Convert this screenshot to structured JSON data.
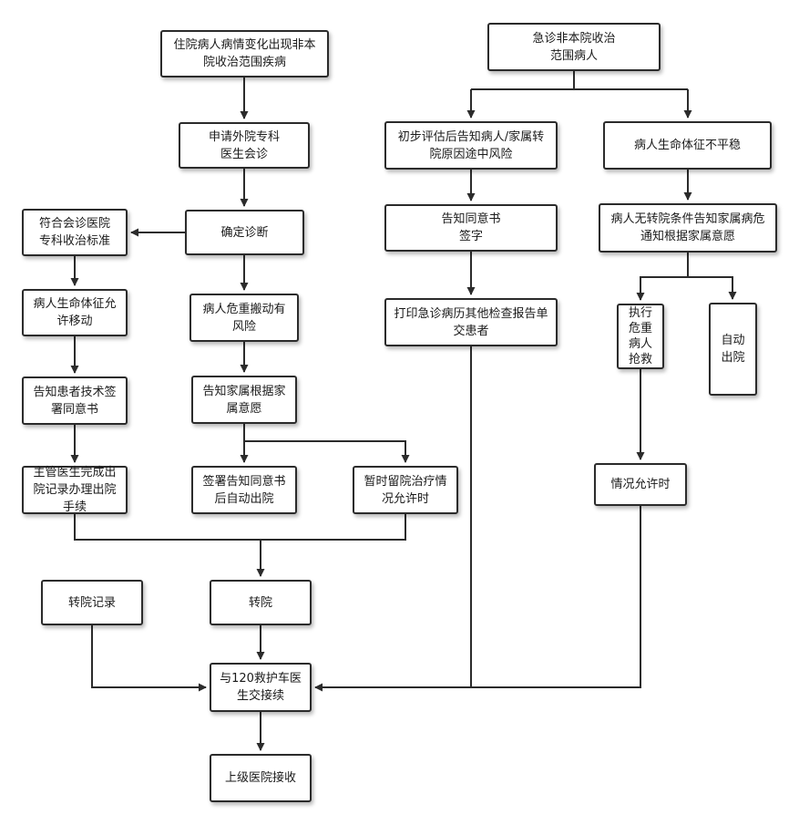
{
  "diagram": {
    "nodes": [
      {
        "id": "n_inpatient",
        "text": "住院病人病情变化出现非本\n院收治范围疾病"
      },
      {
        "id": "n_apply",
        "text": "申请外院专科\n医生会诊"
      },
      {
        "id": "n_diagnose",
        "text": "确定诊断"
      },
      {
        "id": "n_meets",
        "text": "符合会诊医院\n专科收治标准"
      },
      {
        "id": "n_vitals_ok",
        "text": "病人生命体征允\n许移动"
      },
      {
        "id": "n_inform_sign",
        "text": "告知患者技术签\n署同意书"
      },
      {
        "id": "n_discharge_record",
        "text": "主管医生完成出\n院记录办理出院\n手续"
      },
      {
        "id": "n_risky",
        "text": "病人危重搬动有\n风险"
      },
      {
        "id": "n_family_wish",
        "text": "告知家属根据家\n属意愿"
      },
      {
        "id": "n_sign_self",
        "text": "签署告知同意书\n后自动出院"
      },
      {
        "id": "n_stay",
        "text": "暂时留院治疗情\n况允许时"
      },
      {
        "id": "n_emergency",
        "text": "急诊非本院收治\n范围病人"
      },
      {
        "id": "n_initial_eval",
        "text": "初步评估后告知病人/家属转\n院原因途中风险"
      },
      {
        "id": "n_unstable",
        "text": "病人生命体征不平稳"
      },
      {
        "id": "n_consent",
        "text": "告知同意书\n签字"
      },
      {
        "id": "n_print",
        "text": "打印急诊病历其他检查报告单\n交患者"
      },
      {
        "id": "n_no_cond",
        "text": "病人无转院条件告知家属病危\n通知根据家属意愿"
      },
      {
        "id": "n_rescue",
        "text": "执行\n危重\n病人\n抢救"
      },
      {
        "id": "n_self_out",
        "text": "自动\n出院"
      },
      {
        "id": "n_allow",
        "text": "情况允许时"
      },
      {
        "id": "n_transfer_record",
        "text": "转院记录"
      },
      {
        "id": "n_transfer",
        "text": "转院"
      },
      {
        "id": "n_handover",
        "text": "与120救护车医\n生交接续"
      },
      {
        "id": "n_receive",
        "text": "上级医院接收"
      }
    ]
  }
}
